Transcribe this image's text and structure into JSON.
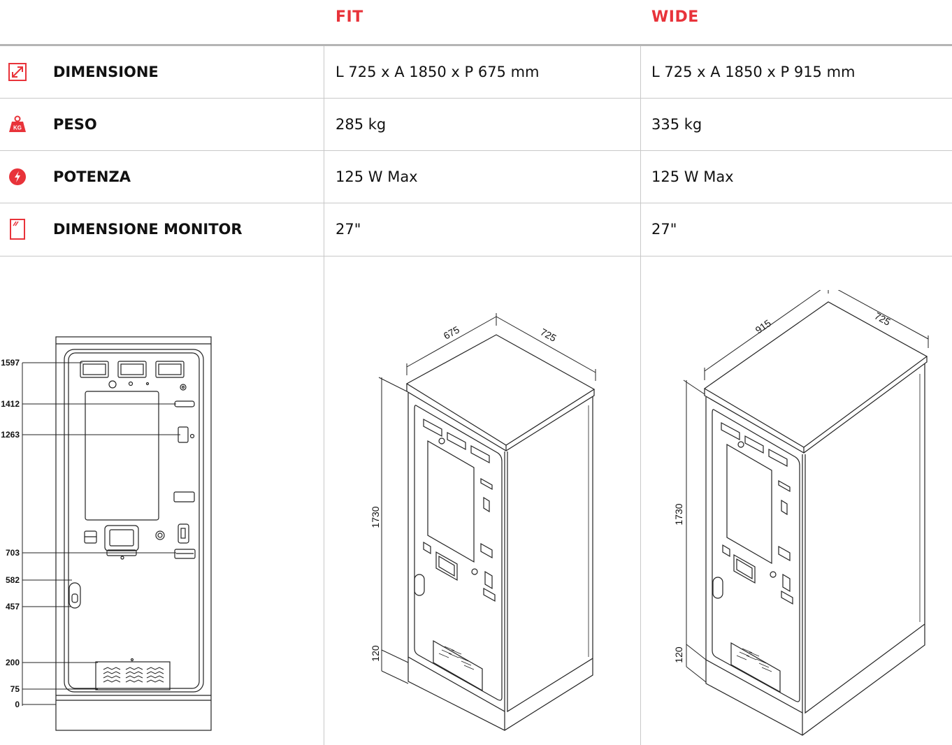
{
  "header": {
    "col1": "FIT",
    "col2": "WIDE"
  },
  "colors": {
    "accent": "#e8333a",
    "line": "#c8c8c8",
    "drawing": "#222222"
  },
  "rows": [
    {
      "icon": "resize-arrow-icon",
      "label": "DIMENSIONE",
      "fit": "L 725 x A 1850 x P 675 mm",
      "wide": "L 725 x A 1850 x P 915 mm"
    },
    {
      "icon": "weight-kg-icon",
      "label": "PESO",
      "fit": "285 kg",
      "wide": "335 kg"
    },
    {
      "icon": "lightning-icon",
      "label": "POTENZA",
      "fit": "125 W Max",
      "wide": "125 W Max"
    },
    {
      "icon": "monitor-icon",
      "label": "DIMENSIONE MONITOR",
      "fit": "27\"",
      "wide": "27\""
    }
  ],
  "drawings": {
    "front": {
      "levels": [
        "1597",
        "1412",
        "1263",
        "703",
        "582",
        "457",
        "200",
        "75",
        "0"
      ]
    },
    "fit": {
      "depth": "675",
      "width": "725",
      "height": "1730",
      "base": "120"
    },
    "wide": {
      "depth": "915",
      "width": "725",
      "height": "1730",
      "base": "120"
    }
  }
}
